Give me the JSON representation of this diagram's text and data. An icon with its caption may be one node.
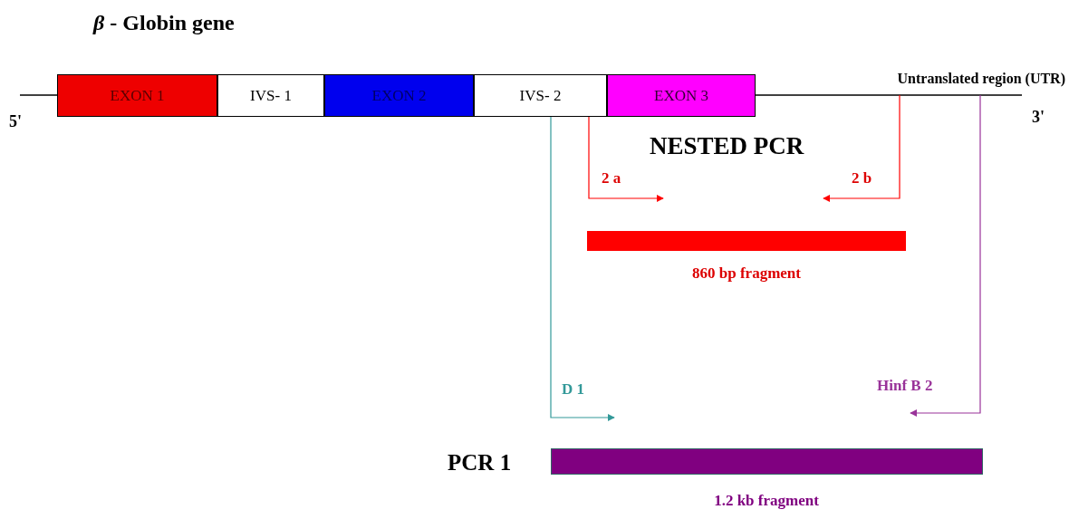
{
  "diagram": {
    "title": "*β* - Globin gene",
    "nodes": [
      {
        "text": [
          "EXON 1"
        ]
      },
      {
        "text": [
          "IVS- 1"
        ]
      },
      {
        "text": [
          "EXON 2"
        ]
      },
      {
        "text": [
          "IVS- 2"
        ]
      },
      {
        "text": [
          "EXON 3"
        ]
      },
      {
        "text": [
          "Untranslated region (UTR)"
        ]
      },
      {
        "text": [],
        "shape": "bar",
        "beside": [
          "860 bp fragment"
        ]
      },
      {
        "text": [],
        "shape": "bar",
        "beside": [
          "1.2 kb fragment"
        ]
      }
    ],
    "edges": [
      {
        "from": 3,
        "to": null,
        "arrow": "to",
        "label": "D 1",
        "color": "#339999"
      },
      {
        "from": 3,
        "to": null,
        "arrow": "to",
        "label": "2 a"
      },
      {
        "from": 5,
        "to": null,
        "arrow": "to",
        "label": "2 b"
      },
      {
        "from": 5,
        "to": null,
        "arrow": "to",
        "label": "Hinf B 2",
        "color": "#993399"
      }
    ],
    "labels": [
      "5'",
      "3'",
      "NESTED PCR",
      "PCR 1"
    ]
  }
}
